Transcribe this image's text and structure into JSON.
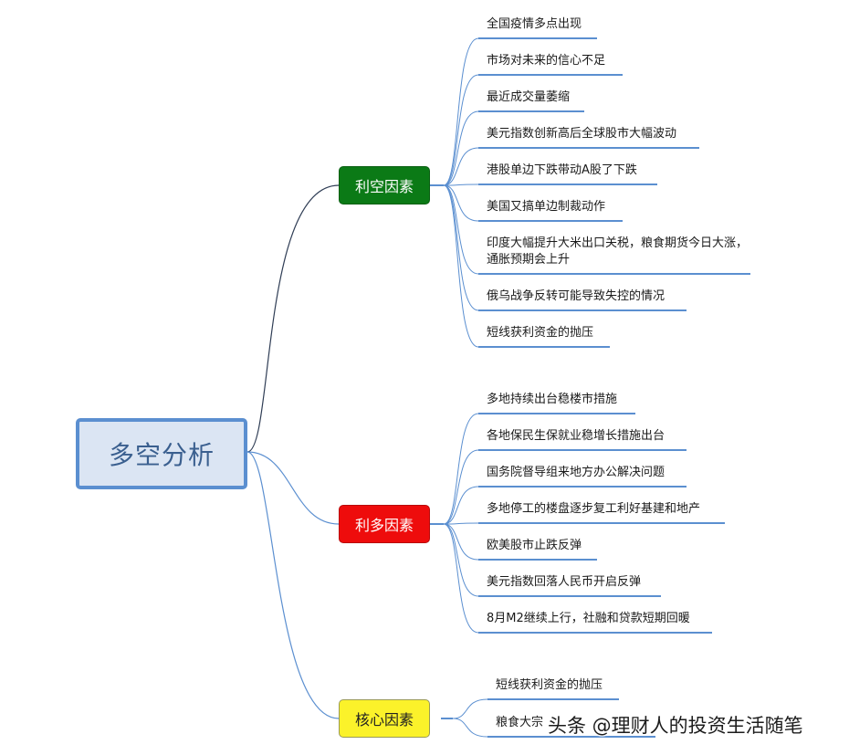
{
  "root": {
    "label": "多空分析"
  },
  "branches": [
    {
      "key": "neg",
      "label": "利空因素",
      "items": [
        "全国疫情多点出现",
        "市场对未来的信心不足",
        "最近成交量萎缩",
        "美元指数创新高后全球股市大幅波动",
        "港股单边下跌带动A股了下跌",
        "美国又搞单边制裁动作",
        "印度大幅提升大米出口关税，粮食期货今日大涨，通胀预期会上升",
        "俄乌战争反转可能导致失控的情况",
        "短线获利资金的抛压"
      ]
    },
    {
      "key": "pos",
      "label": "利多因素",
      "items": [
        "多地持续出台稳楼市措施",
        "各地保民生保就业稳增长措施出台",
        "国务院督导组来地方办公解决问题",
        "多地停工的楼盘逐步复工利好基建和地产",
        "欧美股市止跌反弹",
        "美元指数回落人民币开启反弹",
        "8月M2继续上行，社融和贷款短期回暖"
      ]
    },
    {
      "key": "core",
      "label": "核心因素",
      "items": [
        "短线获利资金的抛压",
        "粮食大宗"
      ]
    }
  ],
  "watermark": "头条 @理财人的投资生活随笔",
  "colors": {
    "connector_root": "#2f3d55",
    "connector": "#5b8fd0",
    "underline": "#5b8fd0",
    "root_fill": "#dbe5f3",
    "root_border": "#5b8fd0",
    "neg_fill": "#0b7a16",
    "pos_fill": "#ee0c0c",
    "core_fill": "#fbf22a"
  }
}
